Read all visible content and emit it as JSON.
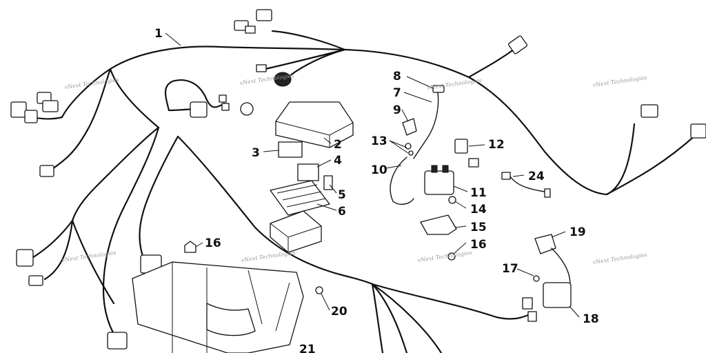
{
  "watermark": "vNext Technologies",
  "callouts": [
    "1",
    "2",
    "3",
    "4",
    "5",
    "6",
    "7",
    "8",
    "9",
    "10",
    "11",
    "12",
    "13",
    "14",
    "15",
    "16",
    "16",
    "17",
    "18",
    "19",
    "20",
    "21",
    "24"
  ]
}
